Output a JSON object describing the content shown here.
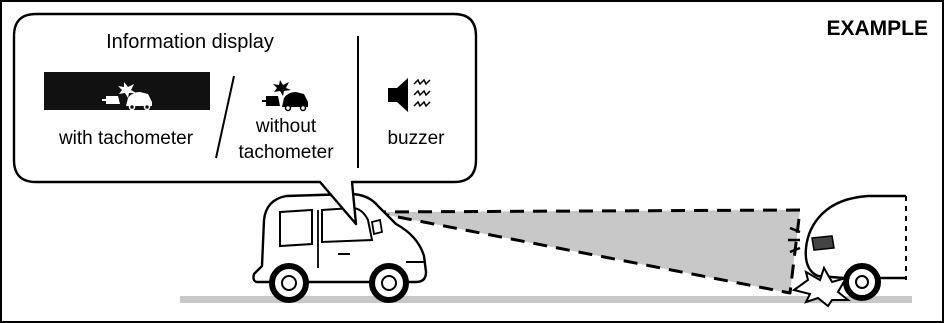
{
  "example_label": "EXAMPLE",
  "callout": {
    "title": "Information display",
    "with_tachometer": "with tachometer",
    "without_tachometer_line1": "without",
    "without_tachometer_line2": "tachometer",
    "buzzer": "buzzer"
  },
  "icons": {
    "collision_warning": "front-collision-warning-icon",
    "buzzer": "speaker-buzzer-icon"
  },
  "colors": {
    "line": "#000000",
    "warning_bar": "#111111",
    "sensor_beam": "#c8c8c8",
    "road": "#c8c8c8",
    "background": "#ffffff"
  }
}
